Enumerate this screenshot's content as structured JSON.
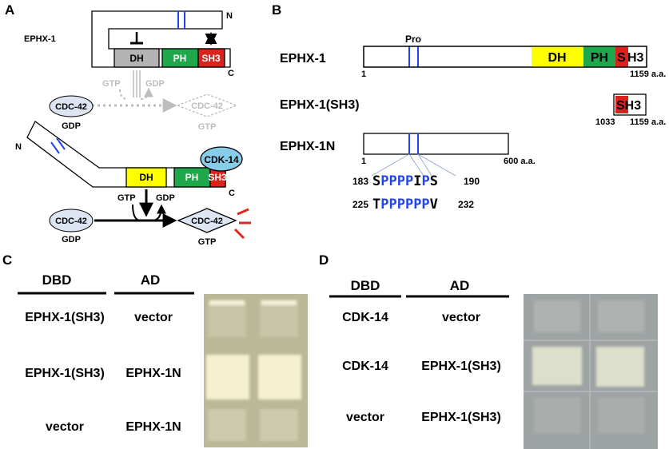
{
  "panel_labels": {
    "a": "A",
    "b": "B",
    "c": "C",
    "d": "D"
  },
  "panel_a": {
    "protein_label": "EPHX-1",
    "n_term": "N",
    "c_term": "C",
    "domains": {
      "dh": "DH",
      "ph": "PH",
      "sh3": "SH3"
    },
    "cdc42": "CDC-42",
    "gtp": "GTP",
    "gdp": "GDP",
    "cdk14": "CDK-14",
    "colors": {
      "dh_inactive": "#b3b3b3",
      "dh_active": "#ffff00",
      "ph": "#1ea84b",
      "sh3": "#d9231c",
      "cdk14": "#87cdea",
      "cdc42": "#dde4f2",
      "linker": "#2244ee",
      "spikes": "#e3261d",
      "faded": "#bdbdbd"
    }
  },
  "panel_b": {
    "rows": [
      {
        "name": "EPHX-1",
        "start": "1",
        "end": "1159 a.a.",
        "pro": "Pro",
        "domains": {
          "dh": "DH",
          "ph": "PH",
          "sh": "S",
          "h3": "H3"
        }
      },
      {
        "name": "EPHX-1(SH3)",
        "start": "1033",
        "end": "1159 a.a.",
        "domain": "SH3"
      },
      {
        "name": "EPHX-1N",
        "start": "1",
        "end": "600 a.a."
      }
    ],
    "motif1": {
      "start_num": "183",
      "end_num": "190",
      "pre": "S",
      "blue1": "PPPP",
      "mid": "I",
      "blue2": "P",
      "post": "S"
    },
    "motif2": {
      "start_num": "225",
      "end_num": "232",
      "pre": "T",
      "blue": "PPPPPP",
      "post": "V"
    }
  },
  "panel_c": {
    "header_dbd": "DBD",
    "header_ad": "AD",
    "rows": [
      {
        "dbd": "EPHX-1(SH3)",
        "ad": "vector"
      },
      {
        "dbd": "EPHX-1(SH3)",
        "ad": "EPHX-1N"
      },
      {
        "dbd": "vector",
        "ad": "EPHX-1N"
      }
    ]
  },
  "panel_d": {
    "header_dbd": "DBD",
    "header_ad": "AD",
    "rows": [
      {
        "dbd": "CDK-14",
        "ad": "vector"
      },
      {
        "dbd": "CDK-14",
        "ad": "EPHX-1(SH3)"
      },
      {
        "dbd": "vector",
        "ad": "EPHX-1(SH3)"
      }
    ]
  }
}
